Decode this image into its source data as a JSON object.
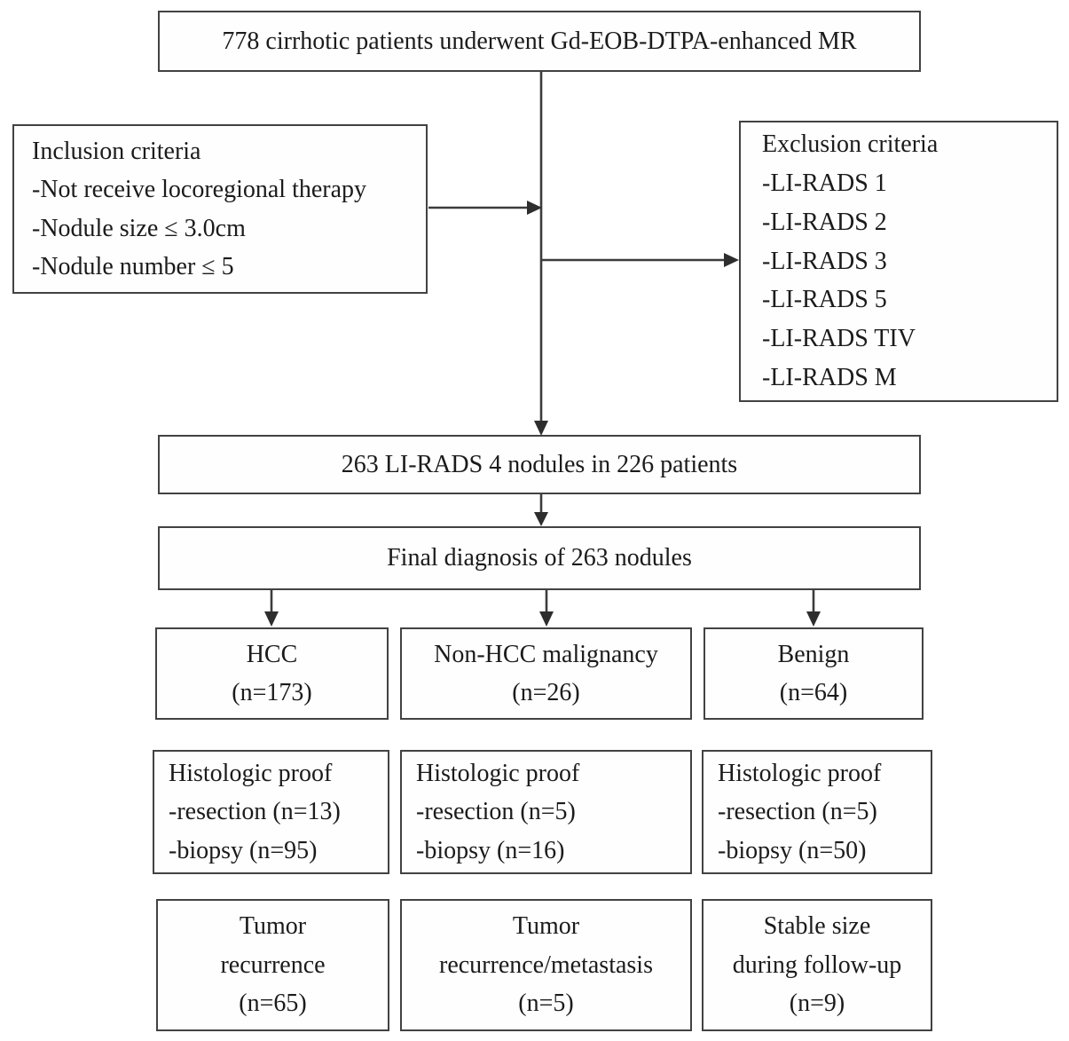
{
  "colors": {
    "background": "#ffffff",
    "box_border": "#424242",
    "text": "#1b1b1b",
    "connector": "#3c3c3c"
  },
  "flowchart": {
    "top_box": {
      "text": "778 cirrhotic patients underwent Gd-EOB-DTPA-enhanced MR"
    },
    "inclusion_box": {
      "title": "Inclusion criteria",
      "items": [
        "-Not receive locoregional therapy",
        "-Nodule size ≤ 3.0cm",
        "-Nodule number ≤ 5"
      ]
    },
    "exclusion_box": {
      "title": "Exclusion criteria",
      "items": [
        "-LI-RADS 1",
        "-LI-RADS 2",
        "-LI-RADS 3",
        "-LI-RADS 5",
        "-LI-RADS TIV",
        "-LI-RADS M"
      ]
    },
    "cohort_box": {
      "text": "263 LI-RADS 4 nodules in 226 patients"
    },
    "diagnosis_box": {
      "text": "Final diagnosis of 263 nodules"
    },
    "columns": [
      {
        "category": {
          "name": "HCC",
          "count": "(n=173)"
        },
        "histology": {
          "title": "Histologic proof",
          "items": [
            "-resection (n=13)",
            "-biopsy (n=95)"
          ]
        },
        "outcome": {
          "lines": [
            "Tumor",
            "recurrence",
            "(n=65)"
          ]
        }
      },
      {
        "category": {
          "name": "Non-HCC malignancy",
          "count": "(n=26)"
        },
        "histology": {
          "title": "Histologic proof",
          "items": [
            "-resection (n=5)",
            "-biopsy (n=16)"
          ]
        },
        "outcome": {
          "lines": [
            "Tumor",
            "recurrence/metastasis",
            "(n=5)"
          ]
        }
      },
      {
        "category": {
          "name": "Benign",
          "count": "(n=64)"
        },
        "histology": {
          "title": "Histologic proof",
          "items": [
            "-resection (n=5)",
            "-biopsy (n=50)"
          ]
        },
        "outcome": {
          "lines": [
            "Stable size",
            "during follow-up",
            "(n=9)"
          ]
        }
      }
    ]
  }
}
